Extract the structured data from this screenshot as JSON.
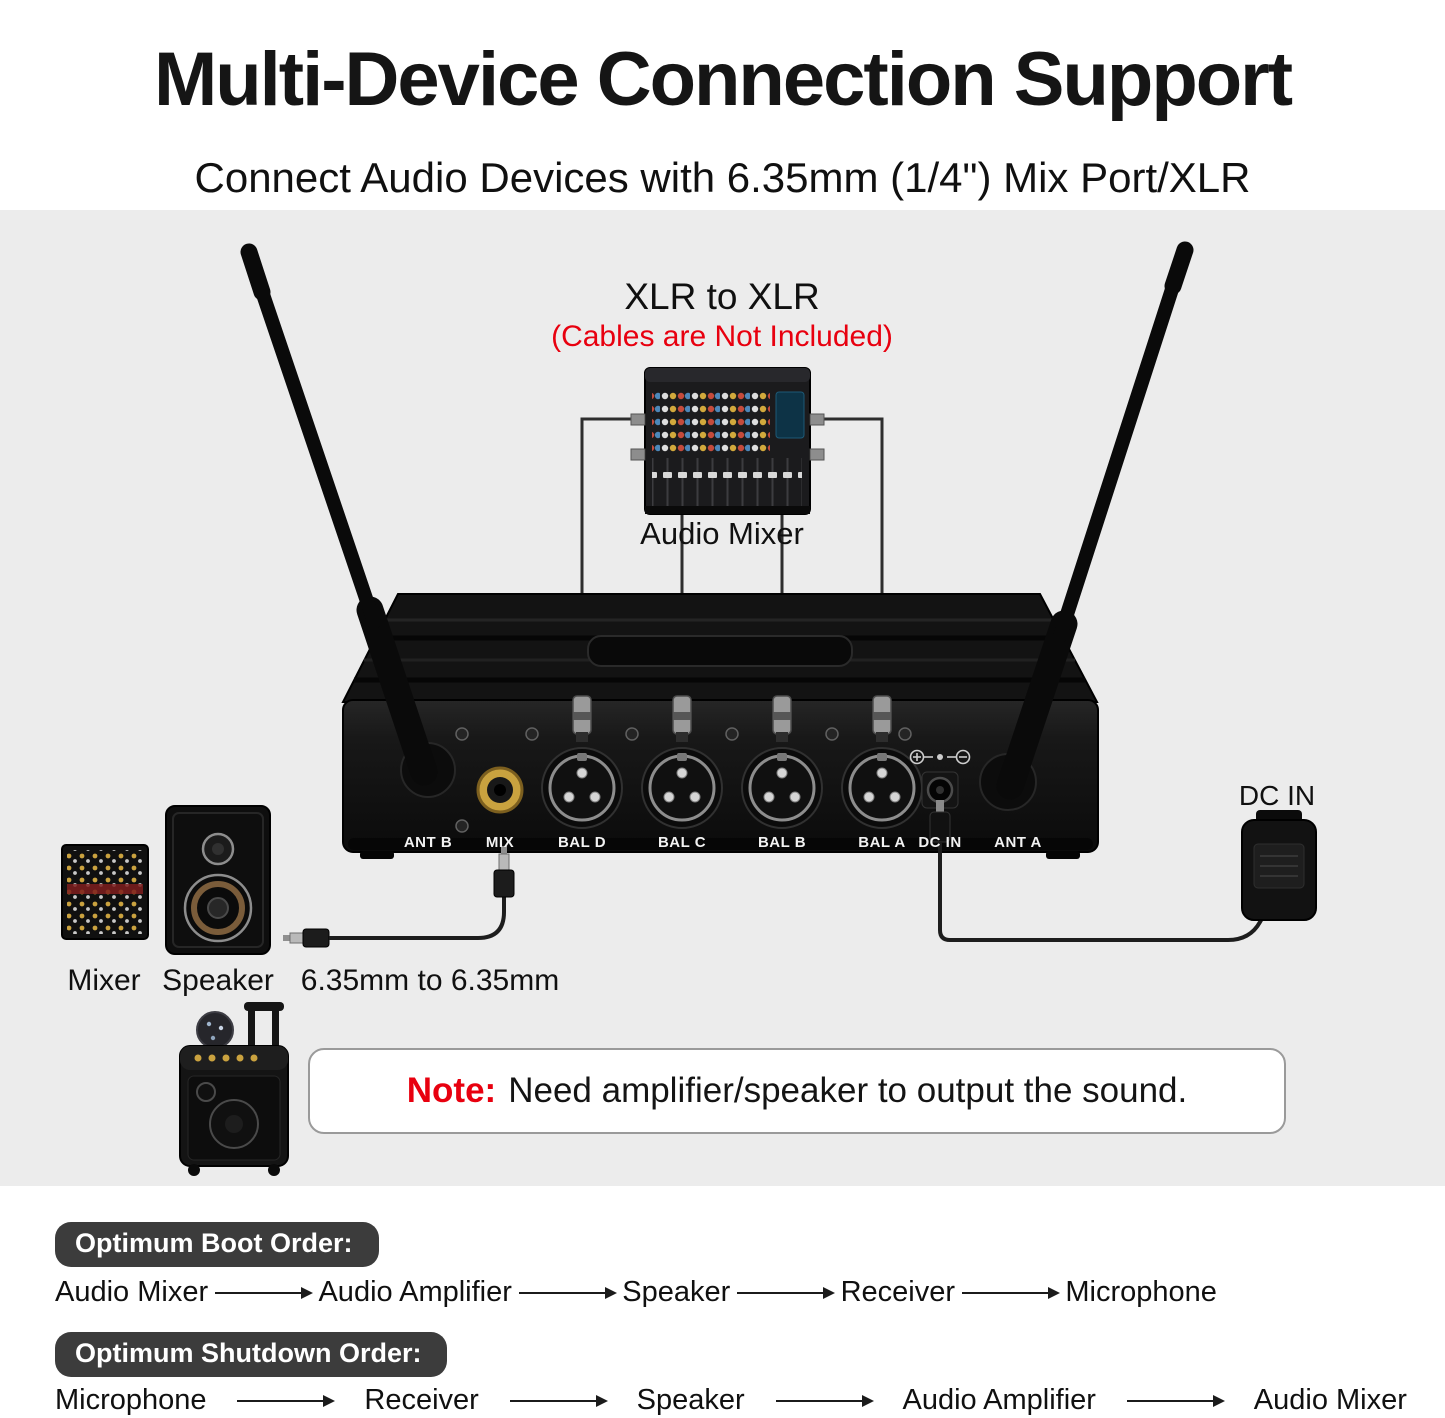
{
  "header": {
    "title": "Multi-Device Connection Support",
    "subtitle": "Connect Audio Devices with 6.35mm (1/4\") Mix Port/XLR"
  },
  "diagram": {
    "xlr_heading": "XLR to XLR",
    "cables_note": "(Cables are Not Included)",
    "audio_mixer_caption": "Audio Mixer",
    "dc_in_caption": "DC IN",
    "mixer_caption": "Mixer",
    "speaker_caption": "Speaker",
    "cable_caption": "6.35mm to 6.35mm",
    "ports": {
      "ant_b": "ANT B",
      "mix": "MIX",
      "bal_d": "BAL D",
      "bal_c": "BAL C",
      "bal_b": "BAL B",
      "bal_a": "BAL A",
      "dc_in": "DC IN",
      "ant_a": "ANT A"
    }
  },
  "note": {
    "label": "Note:",
    "text": "Need amplifier/speaker to output the sound."
  },
  "orders": {
    "boot": {
      "label": "Optimum Boot Order:",
      "steps": [
        "Audio Mixer",
        "Audio Amplifier",
        "Speaker",
        "Receiver",
        "Microphone"
      ]
    },
    "shutdown": {
      "label": "Optimum Shutdown Order:",
      "steps": [
        "Microphone",
        "Receiver",
        "Speaker",
        "Audio Amplifier",
        "Audio Mixer"
      ]
    }
  },
  "colors": {
    "accent_red": "#e8000f",
    "pill_bg": "#3c3c3c",
    "band_gray": "#ececec"
  }
}
